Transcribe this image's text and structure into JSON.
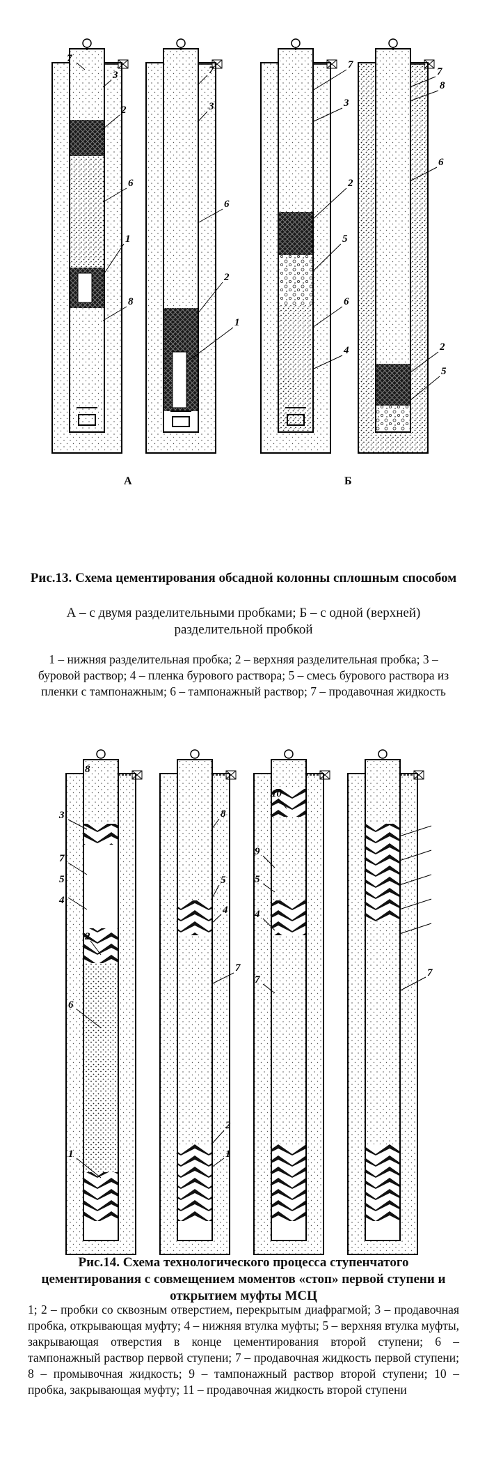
{
  "fig13": {
    "labels": {
      "a": "А",
      "b": "Б"
    },
    "callouts": [
      "7",
      "3",
      "2",
      "6",
      "1",
      "8",
      "7",
      "3",
      "6",
      "2",
      "1",
      "7",
      "3",
      "2",
      "5",
      "6",
      "4",
      "7",
      "8",
      "6",
      "2",
      "5"
    ],
    "caption_title": "Рис.13. Схема цементирования обсадной колонны сплошным способом",
    "caption_sub": "А – с двумя разделительными пробками; Б – с одной (верхней) разделительной пробкой",
    "legend": "1 – нижняя разделительная пробка; 2 – верхняя разделительная пробка; 3 – буровой раствор; 4 – пленка бурового раствора; 5 – смесь бурового раствора из пленки с тампонажным; 6 – тампонажный раствор; 7 – продавочная жидкость"
  },
  "fig14": {
    "callouts": [
      "8",
      "3",
      "7",
      "5",
      "4",
      "2",
      "6",
      "1",
      "8",
      "5",
      "4",
      "7",
      "2",
      "1",
      "10",
      "9",
      "5",
      "4",
      "7",
      "7"
    ],
    "caption_title": "Рис.14. Схема технологического процесса ступенчатого цементирования с совмещением моментов «стоп» первой ступени и открытием муфты МСЦ",
    "legend": "1; 2 – пробки со сквозным отверстием, перекрытым диафрагмой; 3 – продавочная пробка, открывающая муфту; 4 – нижняя втулка муфты; 5 – верхняя втулка муфты, закрывающая отверстия в конце цементирования второй ступени; 6 – тампонажный раствор первой ступени; 7 – продавочная жидкость первой ступени; 8 – промывочная жидкость; 9 – тампонажный раствор второй ступени; 10 – пробка, закрывающая муфту; 11 – продавочная жидкость второй ступени"
  }
}
